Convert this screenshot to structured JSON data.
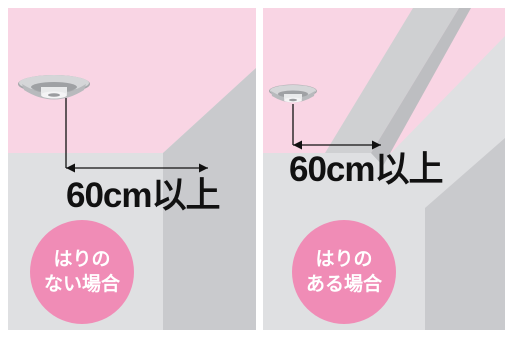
{
  "panels": {
    "no_beam": {
      "distance": "60cm以上",
      "badge": {
        "line1": "はりの",
        "line2": "ない場合"
      }
    },
    "with_beam": {
      "distance": "60cm以上",
      "badge": {
        "line1": "はりの",
        "line2": "ある場合"
      }
    }
  },
  "colors": {
    "ceiling_pink": "#f9d5e4",
    "wall_gray": "#dfe0e2",
    "beam_gray": "#cfd0d2",
    "beam_side": "#c4c5c8",
    "badge_pink": "#f08cb6",
    "text": "#111111"
  },
  "icons": {
    "detector": "ceiling-smoke-detector-icon",
    "arrow": "double-arrow-icon"
  }
}
